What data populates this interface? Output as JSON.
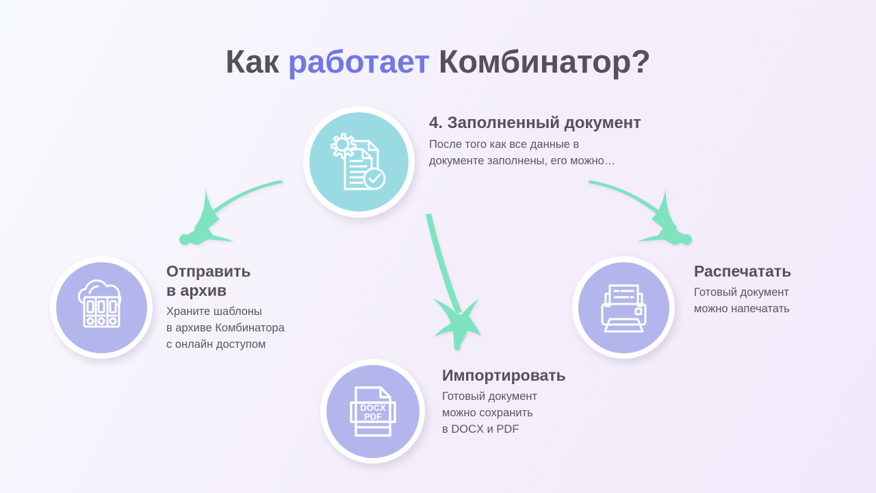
{
  "slide": {
    "title": {
      "before": "Как ",
      "accent": "работает",
      "after": " Комбинатор?"
    },
    "accent_color": "#7078e4",
    "heading_color": "#55505a",
    "body_color": "#5b565f",
    "arrow_color": "#7fe3c0",
    "cyan_circle_color": "#9adbe3",
    "purple_circle_color": "#b2b6ec"
  },
  "nodes": {
    "filled_doc": {
      "icon": "document-gear-check-icon",
      "heading": "4. Заполненный документ",
      "body": "После того как все данные в\nдокументе заполнены, его можно…"
    },
    "archive": {
      "icon": "cloud-archive-binders-icon",
      "heading": "Отправить\nв архив",
      "body": "Храните шаблоны\nв архиве Комбинатора\nс онлайн доступом"
    },
    "import": {
      "icon": "docx-pdf-file-icon",
      "icon_label_line1": "DOCX",
      "icon_label_line2": "PDF",
      "heading": "Импортировать",
      "body": "Готовый документ\nможно сохранить\nв DOCX и PDF"
    },
    "print": {
      "icon": "printer-icon",
      "heading": "Распечатать",
      "body": "Готовый документ\nможно напечатать"
    }
  },
  "arrows": [
    {
      "name": "arrow-to-archive",
      "direction": "down-left"
    },
    {
      "name": "arrow-to-import",
      "direction": "down"
    },
    {
      "name": "arrow-to-print",
      "direction": "down-right"
    }
  ]
}
